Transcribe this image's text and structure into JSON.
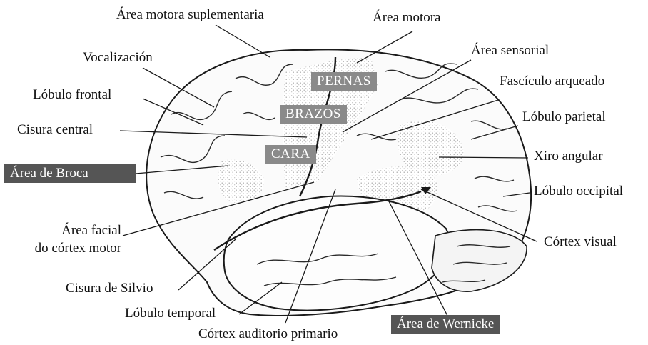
{
  "colors": {
    "label_box_dark": "#555555",
    "label_box_mid": "#8a8a8a",
    "outline": "#1a1a1a",
    "highlight_region": "#d6d6d6"
  },
  "labels": {
    "area_motora_suplementaria": "Área motora suplementaria",
    "area_motora": "Área motora",
    "area_sensorial": "Área sensorial",
    "vocalizacion": "Vocalización",
    "fasciculo_arqueado": "Fascículo arqueado",
    "lobulo_frontal": "Lóbulo frontal",
    "lobulo_parietal": "Lóbulo parietal",
    "cisura_central": "Cisura central",
    "xiro_angular": "Xiro angular",
    "lobulo_occipital": "Lóbulo occipital",
    "area_facial_1": "Área facial",
    "area_facial_2": "do córtex motor",
    "cortex_visual": "Córtex visual",
    "cisura_silvio": "Cisura de Silvio",
    "lobulo_temporal": "Lóbulo temporal",
    "cortex_auditorio": "Córtex auditorio primario"
  },
  "boxed_labels": {
    "pernas": "PERNAS",
    "brazos": "BRAZOS",
    "cara": "CARA",
    "area_broca": "Área de Broca",
    "area_wernicke": "Área de Wernicke"
  }
}
